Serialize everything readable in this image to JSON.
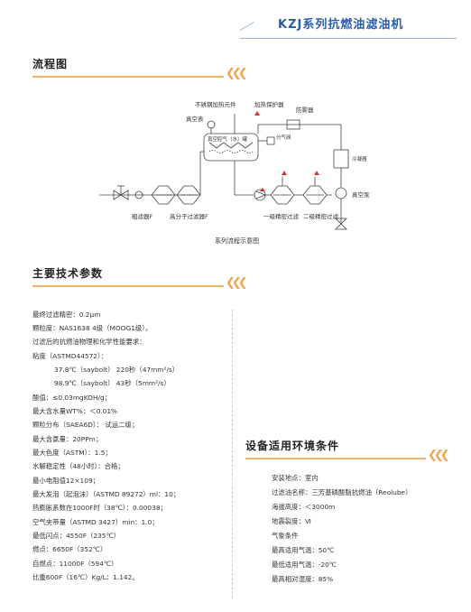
{
  "header": {
    "title": "KZJ系列抗燃油滤油机"
  },
  "flow_section": {
    "title": "流程图",
    "diagram_labels": {
      "heater": "不锈钢加热元件",
      "heater_protector": "加热保护器",
      "anti_mist": "防雾器",
      "vacuum_gauge": "真空表",
      "vacuum_chamber": "真空腔气（水）罐",
      "divider_valve": "分气阀",
      "condenser": "冷凝器",
      "vacuum_pump": "真空泵",
      "coarse_filter": "粗滤器F",
      "polymer_filter": "高分子过滤器F",
      "fine_filter_1": "一级精密过滤",
      "fine_filter_2": "二级精密过滤"
    },
    "caption": "系列流程示意图"
  },
  "tech_section": {
    "title": "主要技术参数",
    "lines": [
      "最终过滤精密：0.2μm",
      "颗粒度：NAS1638 4级（MOOG1级）。",
      "过滤后的抗燃油物理和化学性能要求：",
      "粘度（ASTMD44572）：",
      "37.8℃（saybolt）    220秒（47mm²/s）",
      "98.9℃（saybolt）     43秒（5mm²/s）",
      "酸值：≤0.03mgKOH/g；",
      "最大含水量WT%：＜0.01%",
      "颗粒分布（SAEA6D）： 试运二级；",
      "最大含氯量：20PPm；",
      "最大色度（ASTM）：1.5；",
      "水解稳定性（48小时）：合格；",
      "最小电阻值12×109；",
      "最大发泡（起泡沫）（ASTMD 89272）ml：10；",
      "热膨胀系数在1000F时（38℃）：0.00038；",
      "空气夹带量（ASTMD 3427）min：1.0；",
      "最低闪点：4550F（235℃）",
      "燃点：6650F（352℃）",
      "自燃点：11000F（594℃）",
      "比重600F（16℃）Kg/L：1.142。"
    ]
  },
  "env_section": {
    "title": "设备适用环境条件",
    "lines": [
      "安装地点：室内",
      "过滤油名称：三芳基磷酸脂抗燃油（Reolube）",
      "海拔高度：＜3000m",
      "地震裂度：Ⅵ",
      "气象条件",
      "最高适用气温：50℃",
      "最低适用气温：-20℃",
      "最高相对湿度：85%"
    ]
  }
}
